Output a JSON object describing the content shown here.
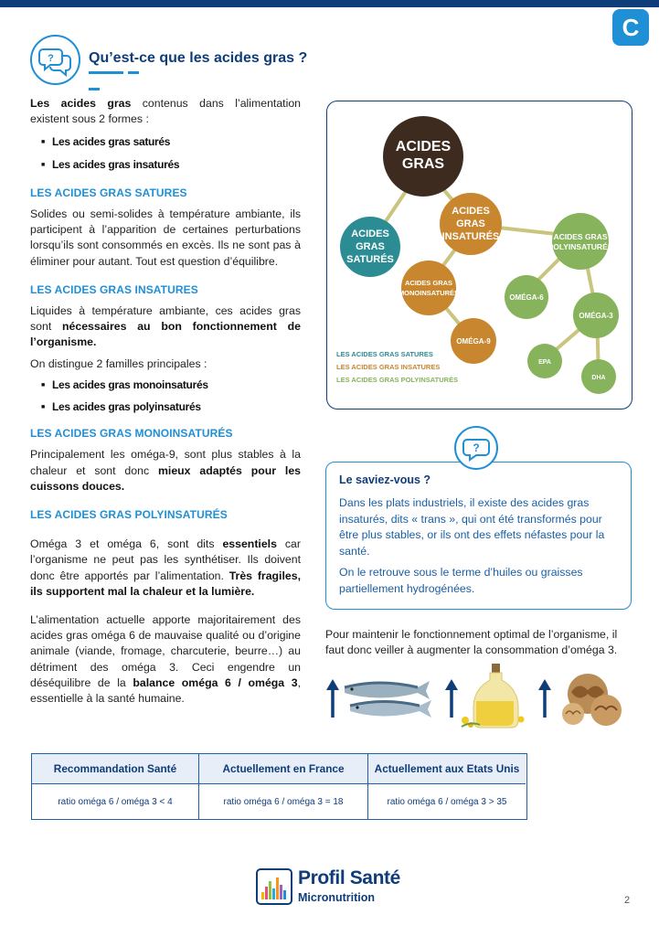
{
  "header": {
    "badge_letter": "C",
    "title": "Qu’est-ce que les acides gras ?",
    "accent": "#1f8fd6",
    "navy": "#0f3d7a"
  },
  "left": {
    "intro_bold": "Les acides gras",
    "intro_rest": " contenus dans l’alimentation existent sous 2 formes :",
    "forms": [
      "Les acides gras saturés",
      "Les acides gras insaturés"
    ],
    "saturated_heading": "LES ACIDES GRAS SATURES",
    "saturated_text": "Solides ou semi-solides à température ambiante, ils participent à l’apparition de certaines perturbations lorsqu’ils sont consommés en excès. Ils ne sont pas à éliminer pour autant. Tout est question d’équilibre.",
    "unsat_heading": "LES ACIDES GRAS INSATURES",
    "unsat_text_a": "Liquides à température ambiante, ces acides gras sont ",
    "unsat_text_bold": "nécessaires au bon fonctionnement de l’organisme.",
    "families_intro": "On distingue 2 familles principales :",
    "families": [
      "Les acides gras monoinsaturés",
      "Les acides gras polyinsaturés"
    ],
    "mono_heading": "LES ACIDES GRAS MONOINSATURÉS",
    "mono_text_a": "Principalement les oméga-9, sont plus stables à la chaleur et sont donc ",
    "mono_text_bold": "mieux adaptés pour les cuissons douces.",
    "poly_heading": "LES ACIDES GRAS POLYINSATURÉS",
    "poly_text_a": "Oméga 3 et oméga 6, sont dits ",
    "poly_text_bold1": "essentiels",
    "poly_text_b": " car l’organisme ne peut pas les synthétiser. Ils doivent donc être apportés par l’alimentation. ",
    "poly_text_bold2": "Très fragiles, ils supportent mal la chaleur et la lumière.",
    "diet_text_a": "L’alimentation actuelle apporte majoritairement des acides gras oméga 6 de mauvaise qualité ou d’origine animale (viande, fromage, charcuterie, beurre…) au détriment des oméga 3. Ceci engendre un déséquilibre de la ",
    "diet_text_bold": "balance oméga 6 / oméga 3",
    "diet_text_b": ", essentielle à la santé humaine."
  },
  "diagram": {
    "nodes": {
      "root": [
        "ACIDES",
        "GRAS"
      ],
      "sat": [
        "ACIDES",
        "GRAS",
        "SATURÉS"
      ],
      "insat": [
        "ACIDES",
        "GRAS",
        "INSATURÉS"
      ],
      "mono": [
        "ACIDES GRAS",
        "MONOINSATURÉS"
      ],
      "poly": [
        "ACIDES GRAS",
        "POLYINSATURÉS"
      ],
      "o9": "OMÉGA-9",
      "o6": "OMÉGA-6",
      "o3": "OMÉGA-3",
      "epa": "EPA",
      "dha": "DHA"
    },
    "legend": [
      "LES ACIDES GRAS SATURES",
      "LES ACIDES GRAS INSATURES",
      "LES ACIDES GRAS POLYINSATURÉS"
    ],
    "colors": {
      "root": "#3e2b1f",
      "sat": "#2c8c94",
      "insat": "#c8862e",
      "poly": "#86b35b",
      "link": "#c9c47e"
    }
  },
  "info": {
    "title": "Le saviez-vous ?",
    "p1": "Dans les plats industriels, il existe des acides gras insaturés, dits « trans », qui ont été transformés pour être plus stables, or ils ont des effets néfastes pour la santé.",
    "p2": "On le retrouve sous le terme d’huiles ou graisses partiellement hydrogénées."
  },
  "omega_text": "Pour maintenir le fonctionnement optimal de l’organisme, il faut donc veiller à augmenter la consommation d’oméga 3.",
  "table": {
    "headers": [
      "Recommandation Santé",
      "Actuellement en France",
      "Actuellement aux Etats Unis"
    ],
    "values": [
      "ratio oméga 6 / oméga 3 < 4",
      "ratio oméga 6 / oméga 3 = 18",
      "ratio oméga 6 / oméga 3 > 35"
    ]
  },
  "footer": {
    "brand": "Profil Santé",
    "sub": "Micronutrition",
    "page": "2"
  }
}
